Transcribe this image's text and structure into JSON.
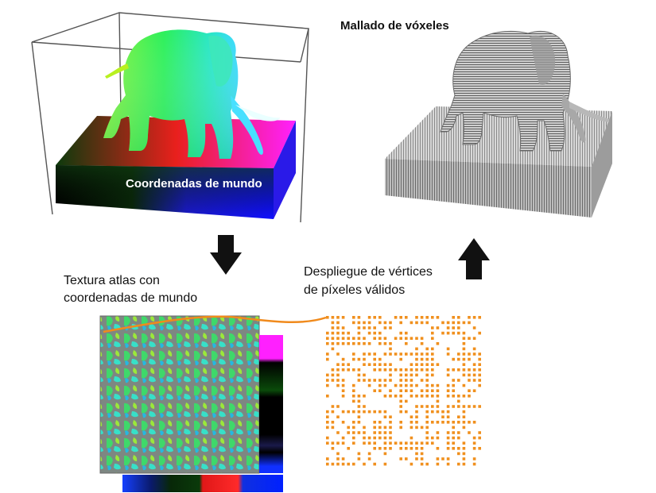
{
  "labels": {
    "world_coords": "Coordenadas de mundo",
    "voxel_mesh": "Mallado de vóxeles",
    "atlas_line1": "Textura atlas con",
    "atlas_line2": "coordenadas de mundo",
    "unfold_line1": "Despliegue de vértices",
    "unfold_line2": "de píxeles válidos"
  },
  "colors": {
    "arrow": "#111111",
    "leader_line": "#f08a1c",
    "dot": "#f0901e",
    "frame": "#555555",
    "voxel_grey": "#9a9a9a"
  },
  "icons": {
    "down_arrow": "arrow-down-icon",
    "up_arrow": "arrow-up-icon"
  }
}
